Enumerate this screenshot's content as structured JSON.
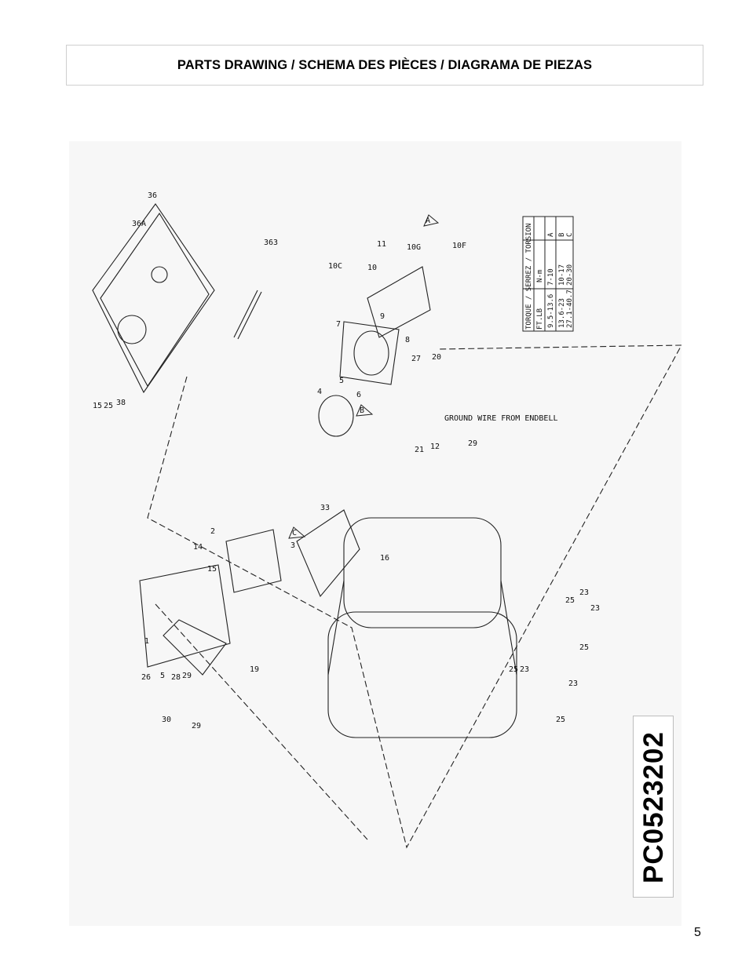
{
  "header": {
    "title": "PARTS DRAWING / SCHEMA DES PIÈCES / DIAGRAMA DE PIEZAS"
  },
  "drawing": {
    "part_labels": [
      "36",
      "36A",
      "363",
      "15",
      "25",
      "38",
      "11",
      "10G",
      "10C",
      "10",
      "10F",
      "9",
      "8",
      "7",
      "27",
      "20",
      "4",
      "5",
      "6",
      "21",
      "12",
      "29",
      "GROUND WIRE FROM ENDBELL",
      "33",
      "16",
      "2",
      "14",
      "15",
      "3",
      "1",
      "26",
      "5",
      "28",
      "29",
      "30",
      "29",
      "19",
      "25",
      "23",
      "25",
      "23",
      "25",
      "23",
      "25",
      "23"
    ],
    "triangle_marks": [
      "A",
      "B",
      "C"
    ],
    "torque_table": {
      "header": "TORQUE / SERREZ / TORSION",
      "columns": [
        "FT.LB",
        "N-m"
      ],
      "rows": [
        {
          "mark": "A",
          "ft_lb": "7-10",
          "nm": "9.5-13.6"
        },
        {
          "mark": "B",
          "ft_lb": "10-17",
          "nm": "13.6-23"
        },
        {
          "mark": "C",
          "ft_lb": "20-30",
          "nm": "27.1-40.7"
        }
      ]
    }
  },
  "document_code": "PC0523202",
  "page_number": "5"
}
